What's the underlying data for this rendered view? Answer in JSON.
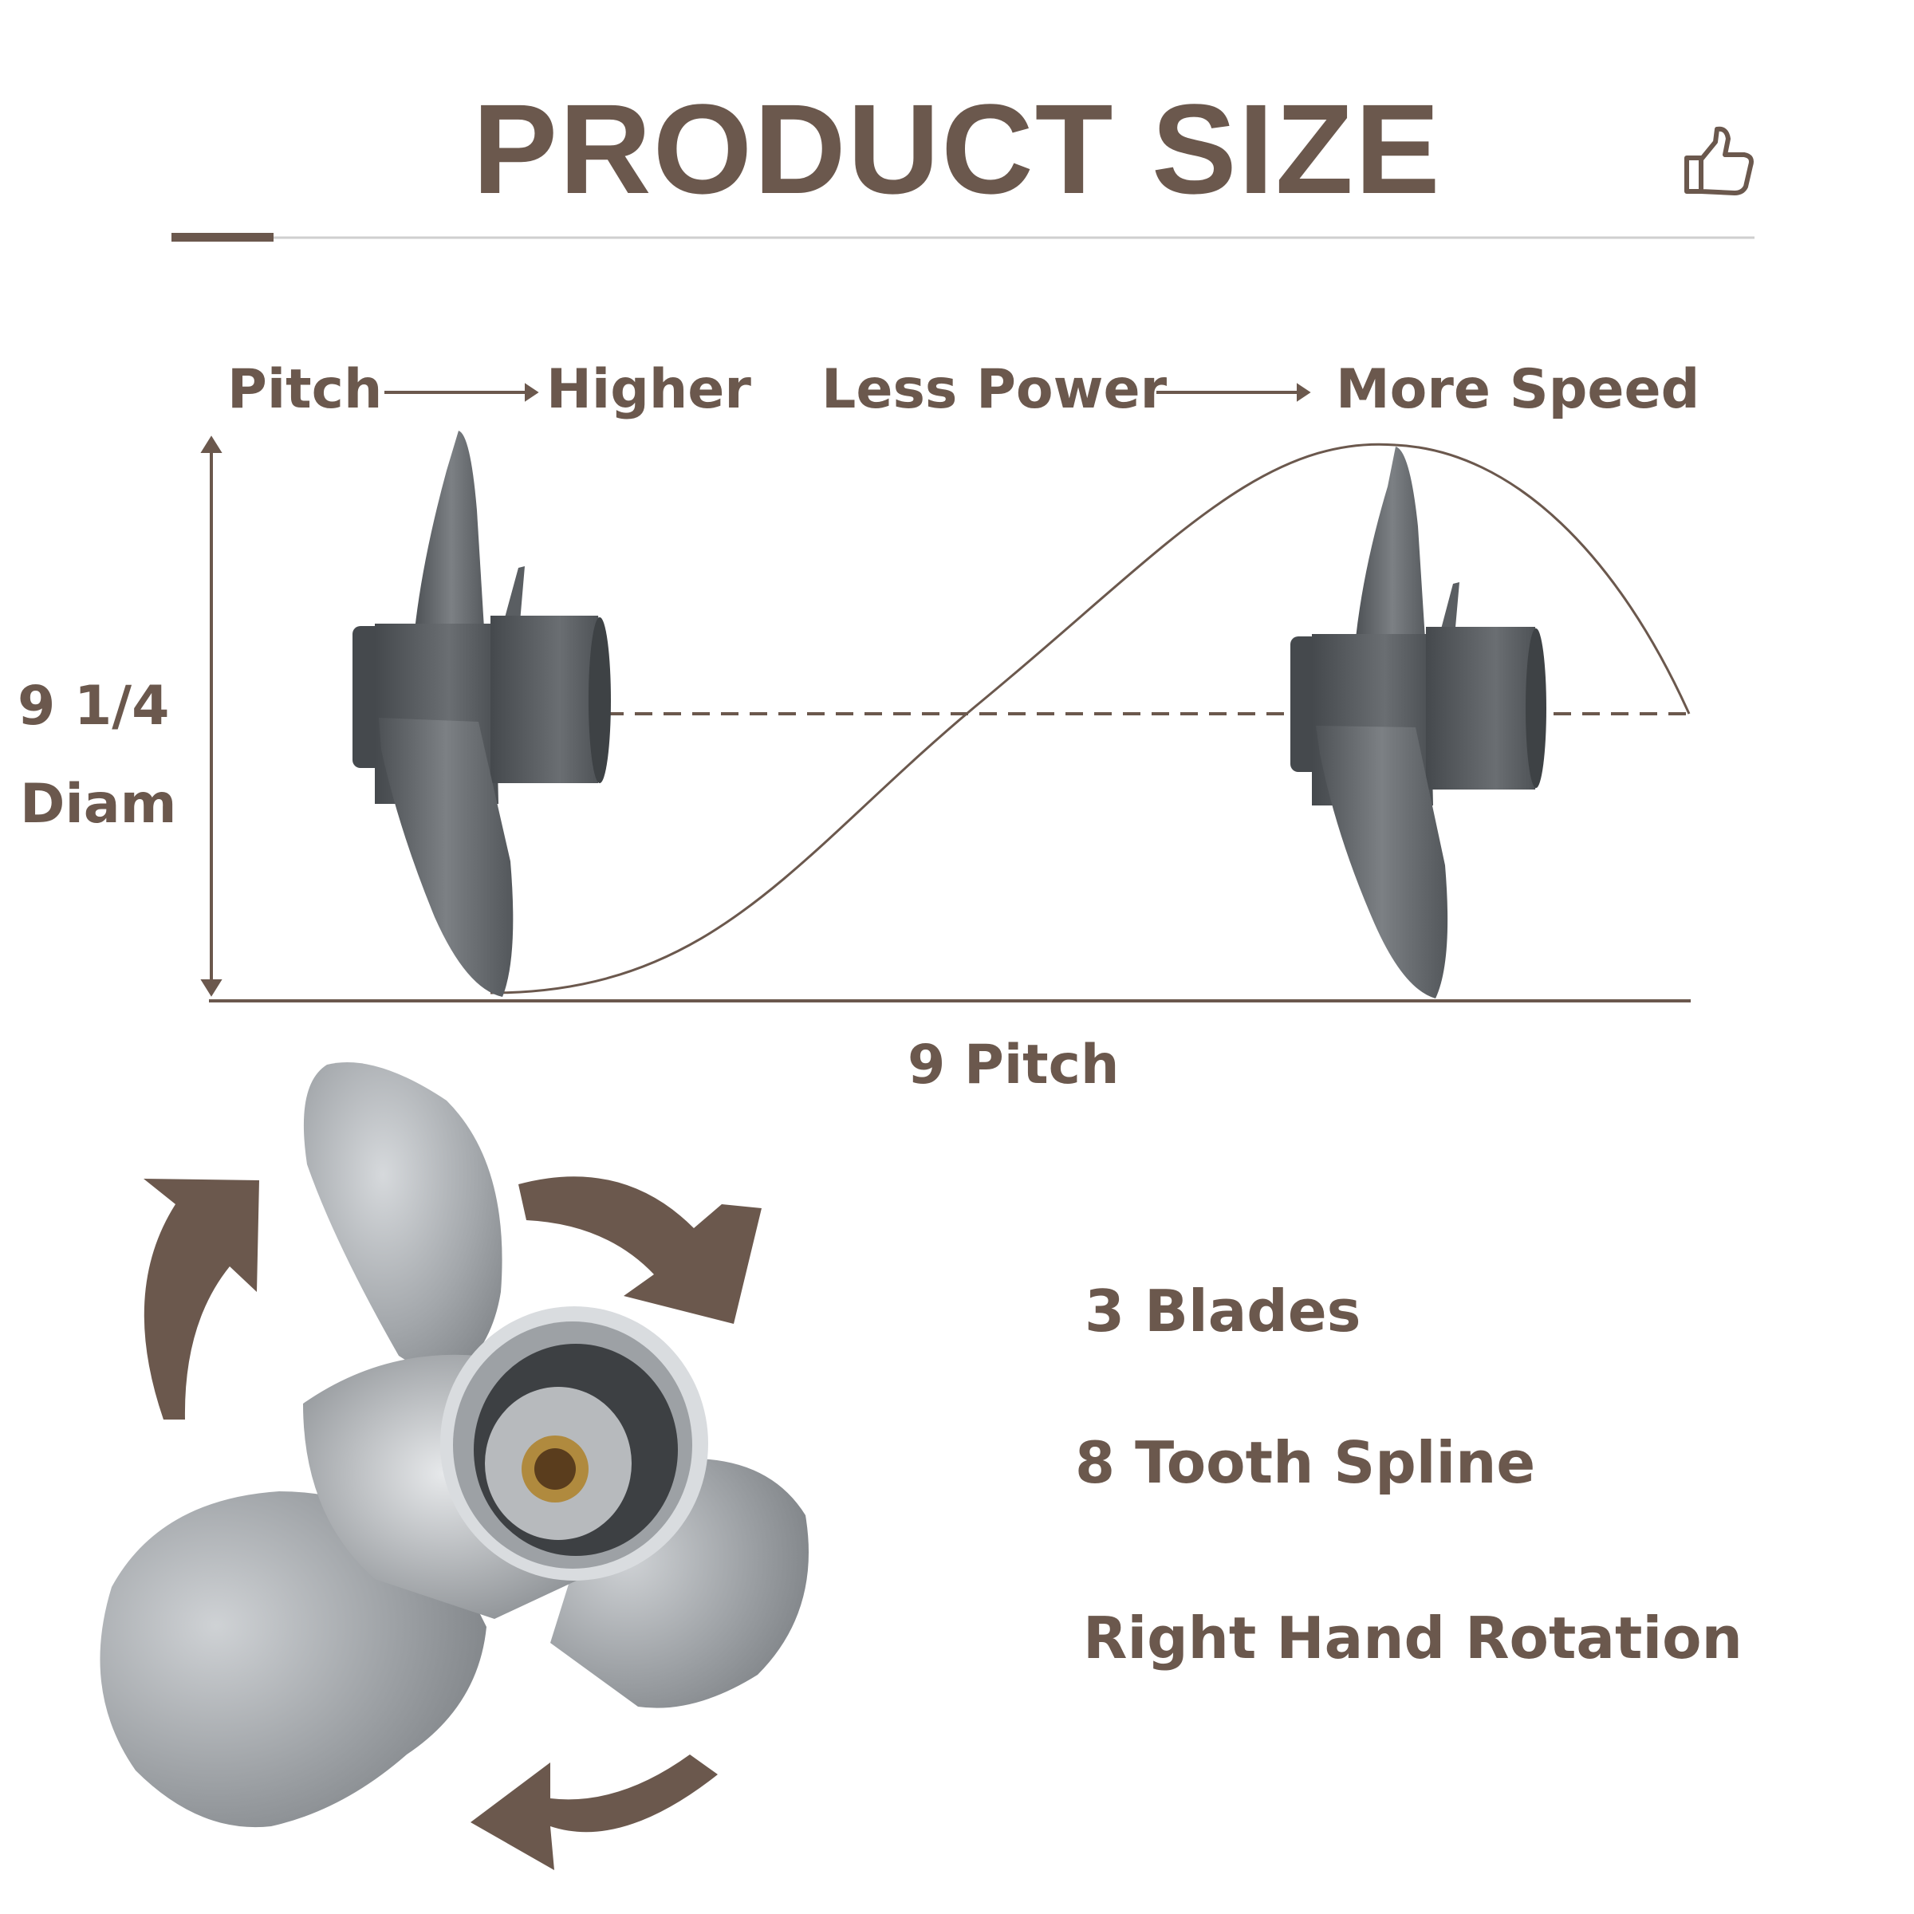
{
  "header": {
    "title": "PRODUCT SIZE"
  },
  "diagram": {
    "pitch_label": "Pitch",
    "higher_label": "Higher",
    "less_power_label": "Less Power",
    "more_speed_label": "More Speed",
    "diameter_value": "9 1/4",
    "diameter_unit": "Diam",
    "pitch_value": "9 Pitch"
  },
  "features": {
    "blades": "3 Blades",
    "spline": "8 Tooth Spline",
    "rotation": "Right Hand Rotation"
  },
  "icons": {
    "like": "thumbs-up-icon",
    "rotation": "curved-arrow-icon"
  },
  "colors": {
    "text": "#6b584d",
    "propeller_side": "#5f6368",
    "propeller_front": "#a9adb2",
    "divider": "#cfcfcf"
  }
}
